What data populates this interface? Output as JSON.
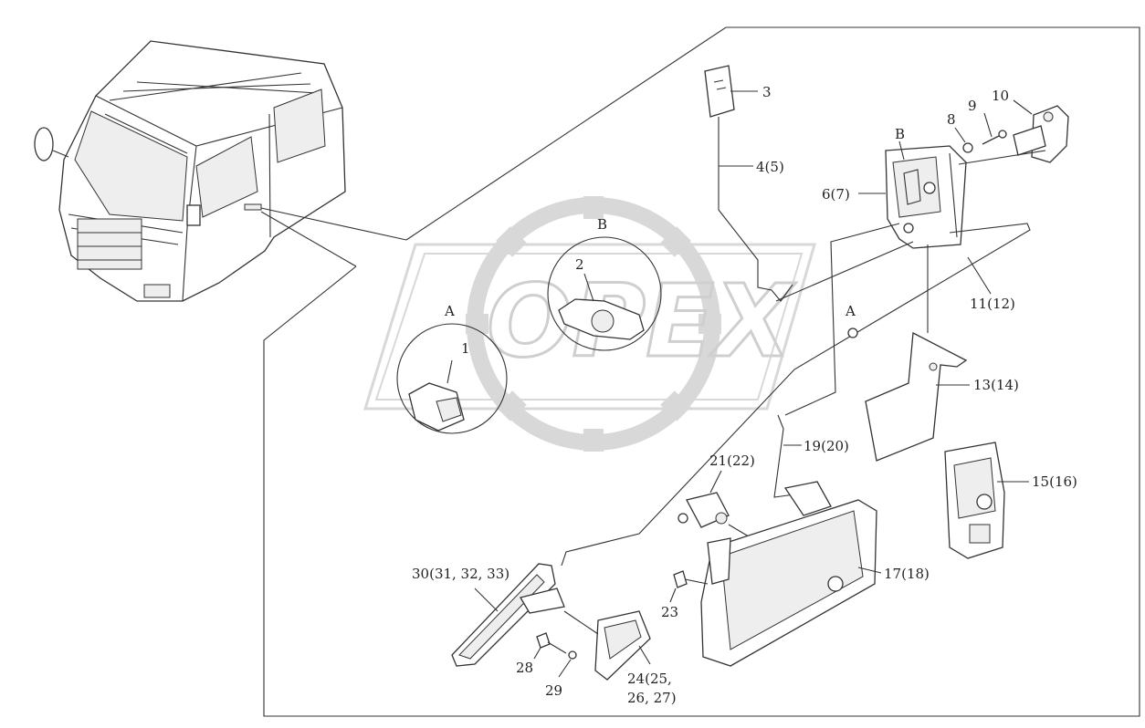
{
  "diagram": {
    "watermark": "OPEX",
    "detail_labels": {
      "a": "A",
      "b": "B"
    },
    "callouts": {
      "p1": "1",
      "p2": "2",
      "p3": "3",
      "p4": "4(5)",
      "p6": "6(7)",
      "p8": "8",
      "p9": "9",
      "p10": "10",
      "p11": "11(12)",
      "p13": "13(14)",
      "p15": "15(16)",
      "p17": "17(18)",
      "p19": "19(20)",
      "p21": "21(22)",
      "p23": "23",
      "p24a": "24(25,",
      "p24b": "26, 27)",
      "p28": "28",
      "p29": "29",
      "p30": "30(31, 32, 33)"
    }
  }
}
